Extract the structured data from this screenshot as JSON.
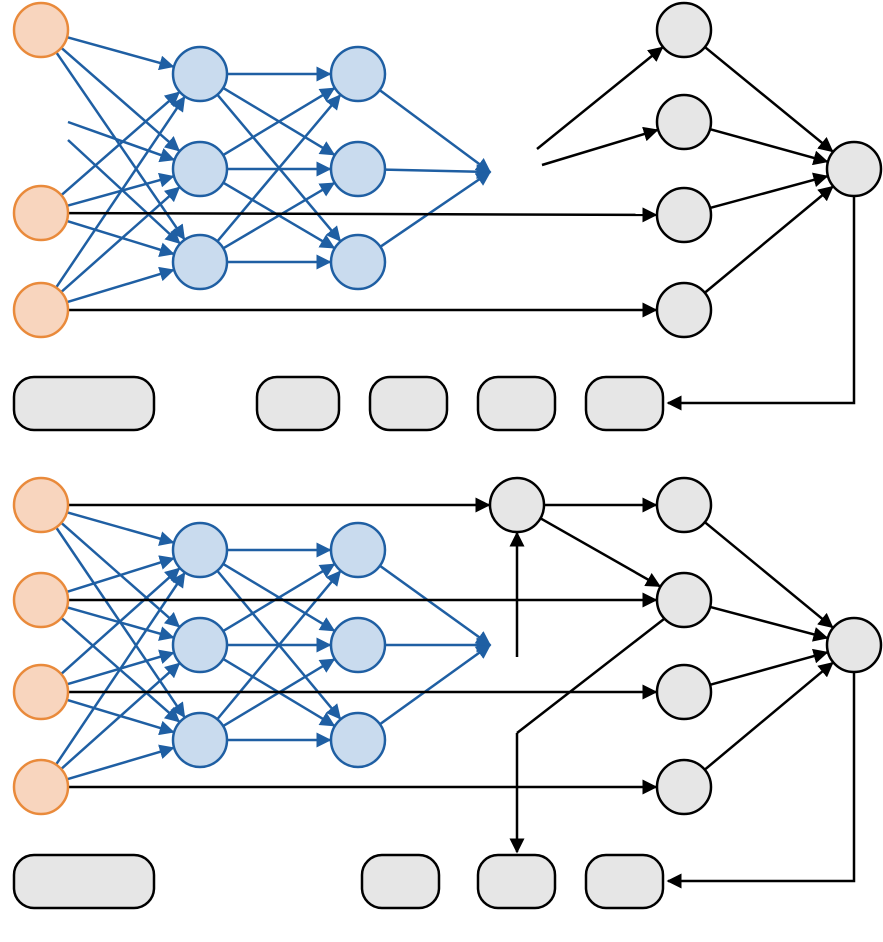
{
  "colors": {
    "input_fill": "#F8D5BE",
    "input_stroke": "#E98A3B",
    "hidden_fill": "#C9DBEE",
    "hidden_stroke": "#1F5FA3",
    "hidden_edge": "#1F5FA3",
    "gray_fill": "#E6E6E6",
    "gray_stroke": "#000000",
    "black_edge": "#000000"
  },
  "panels": [
    {
      "id": "top",
      "inputs": 3,
      "hidden_layers": [
        3,
        3
      ],
      "output_nodes": 4,
      "blank_boxes": 5
    },
    {
      "id": "bottom",
      "inputs": 4,
      "hidden_layers": [
        3,
        3
      ],
      "output_nodes": 4,
      "extra_nodes": 1,
      "blank_boxes": 4
    }
  ]
}
